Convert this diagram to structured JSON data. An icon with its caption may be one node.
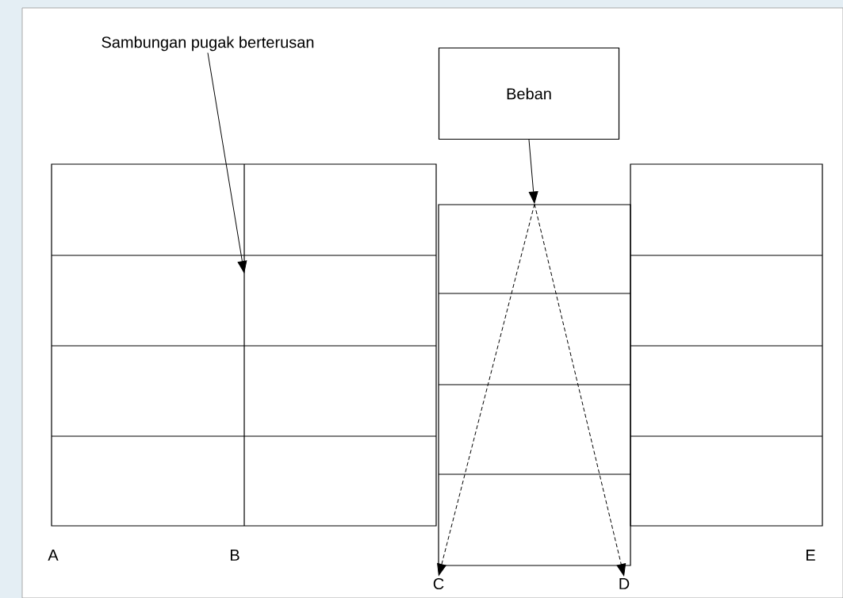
{
  "diagram": {
    "nodes": [
      {
        "text": [
          "Sambungan pugak berterusan"
        ]
      },
      {
        "text": [
          "Beban"
        ]
      },
      {
        "text": [],
        "shape": "box"
      },
      {
        "text": [
          "C"
        ]
      },
      {
        "text": [
          "D"
        ]
      }
    ],
    "edges": [
      {
        "from": 0,
        "to": null,
        "arrow": "to"
      },
      {
        "from": 1,
        "to": 2,
        "arrow": "to"
      },
      {
        "from": 2,
        "to": 3,
        "arrow": "to",
        "style": "dashed"
      },
      {
        "from": 2,
        "to": 4,
        "arrow": "to",
        "style": "dashed"
      }
    ],
    "labels": [
      "A",
      "B",
      "E"
    ]
  }
}
